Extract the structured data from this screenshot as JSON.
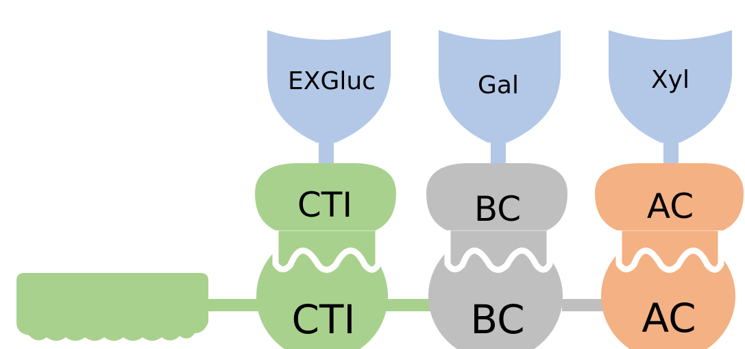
{
  "colors": {
    "enzyme": "#b3c7e6",
    "green": "#a9d18e",
    "gray": "#bfbfbf",
    "orange": "#f4b183",
    "gap": "#ffffff"
  },
  "modules": [
    {
      "enzyme": "EXGluc",
      "dockerin": "CTI",
      "cohesin": "CTI",
      "color_key": "green"
    },
    {
      "enzyme": "Gal",
      "dockerin": "BC",
      "cohesin": "BC",
      "color_key": "gray"
    },
    {
      "enzyme": "Xyl",
      "dockerin": "AC",
      "cohesin": "AC",
      "color_key": "orange"
    }
  ]
}
